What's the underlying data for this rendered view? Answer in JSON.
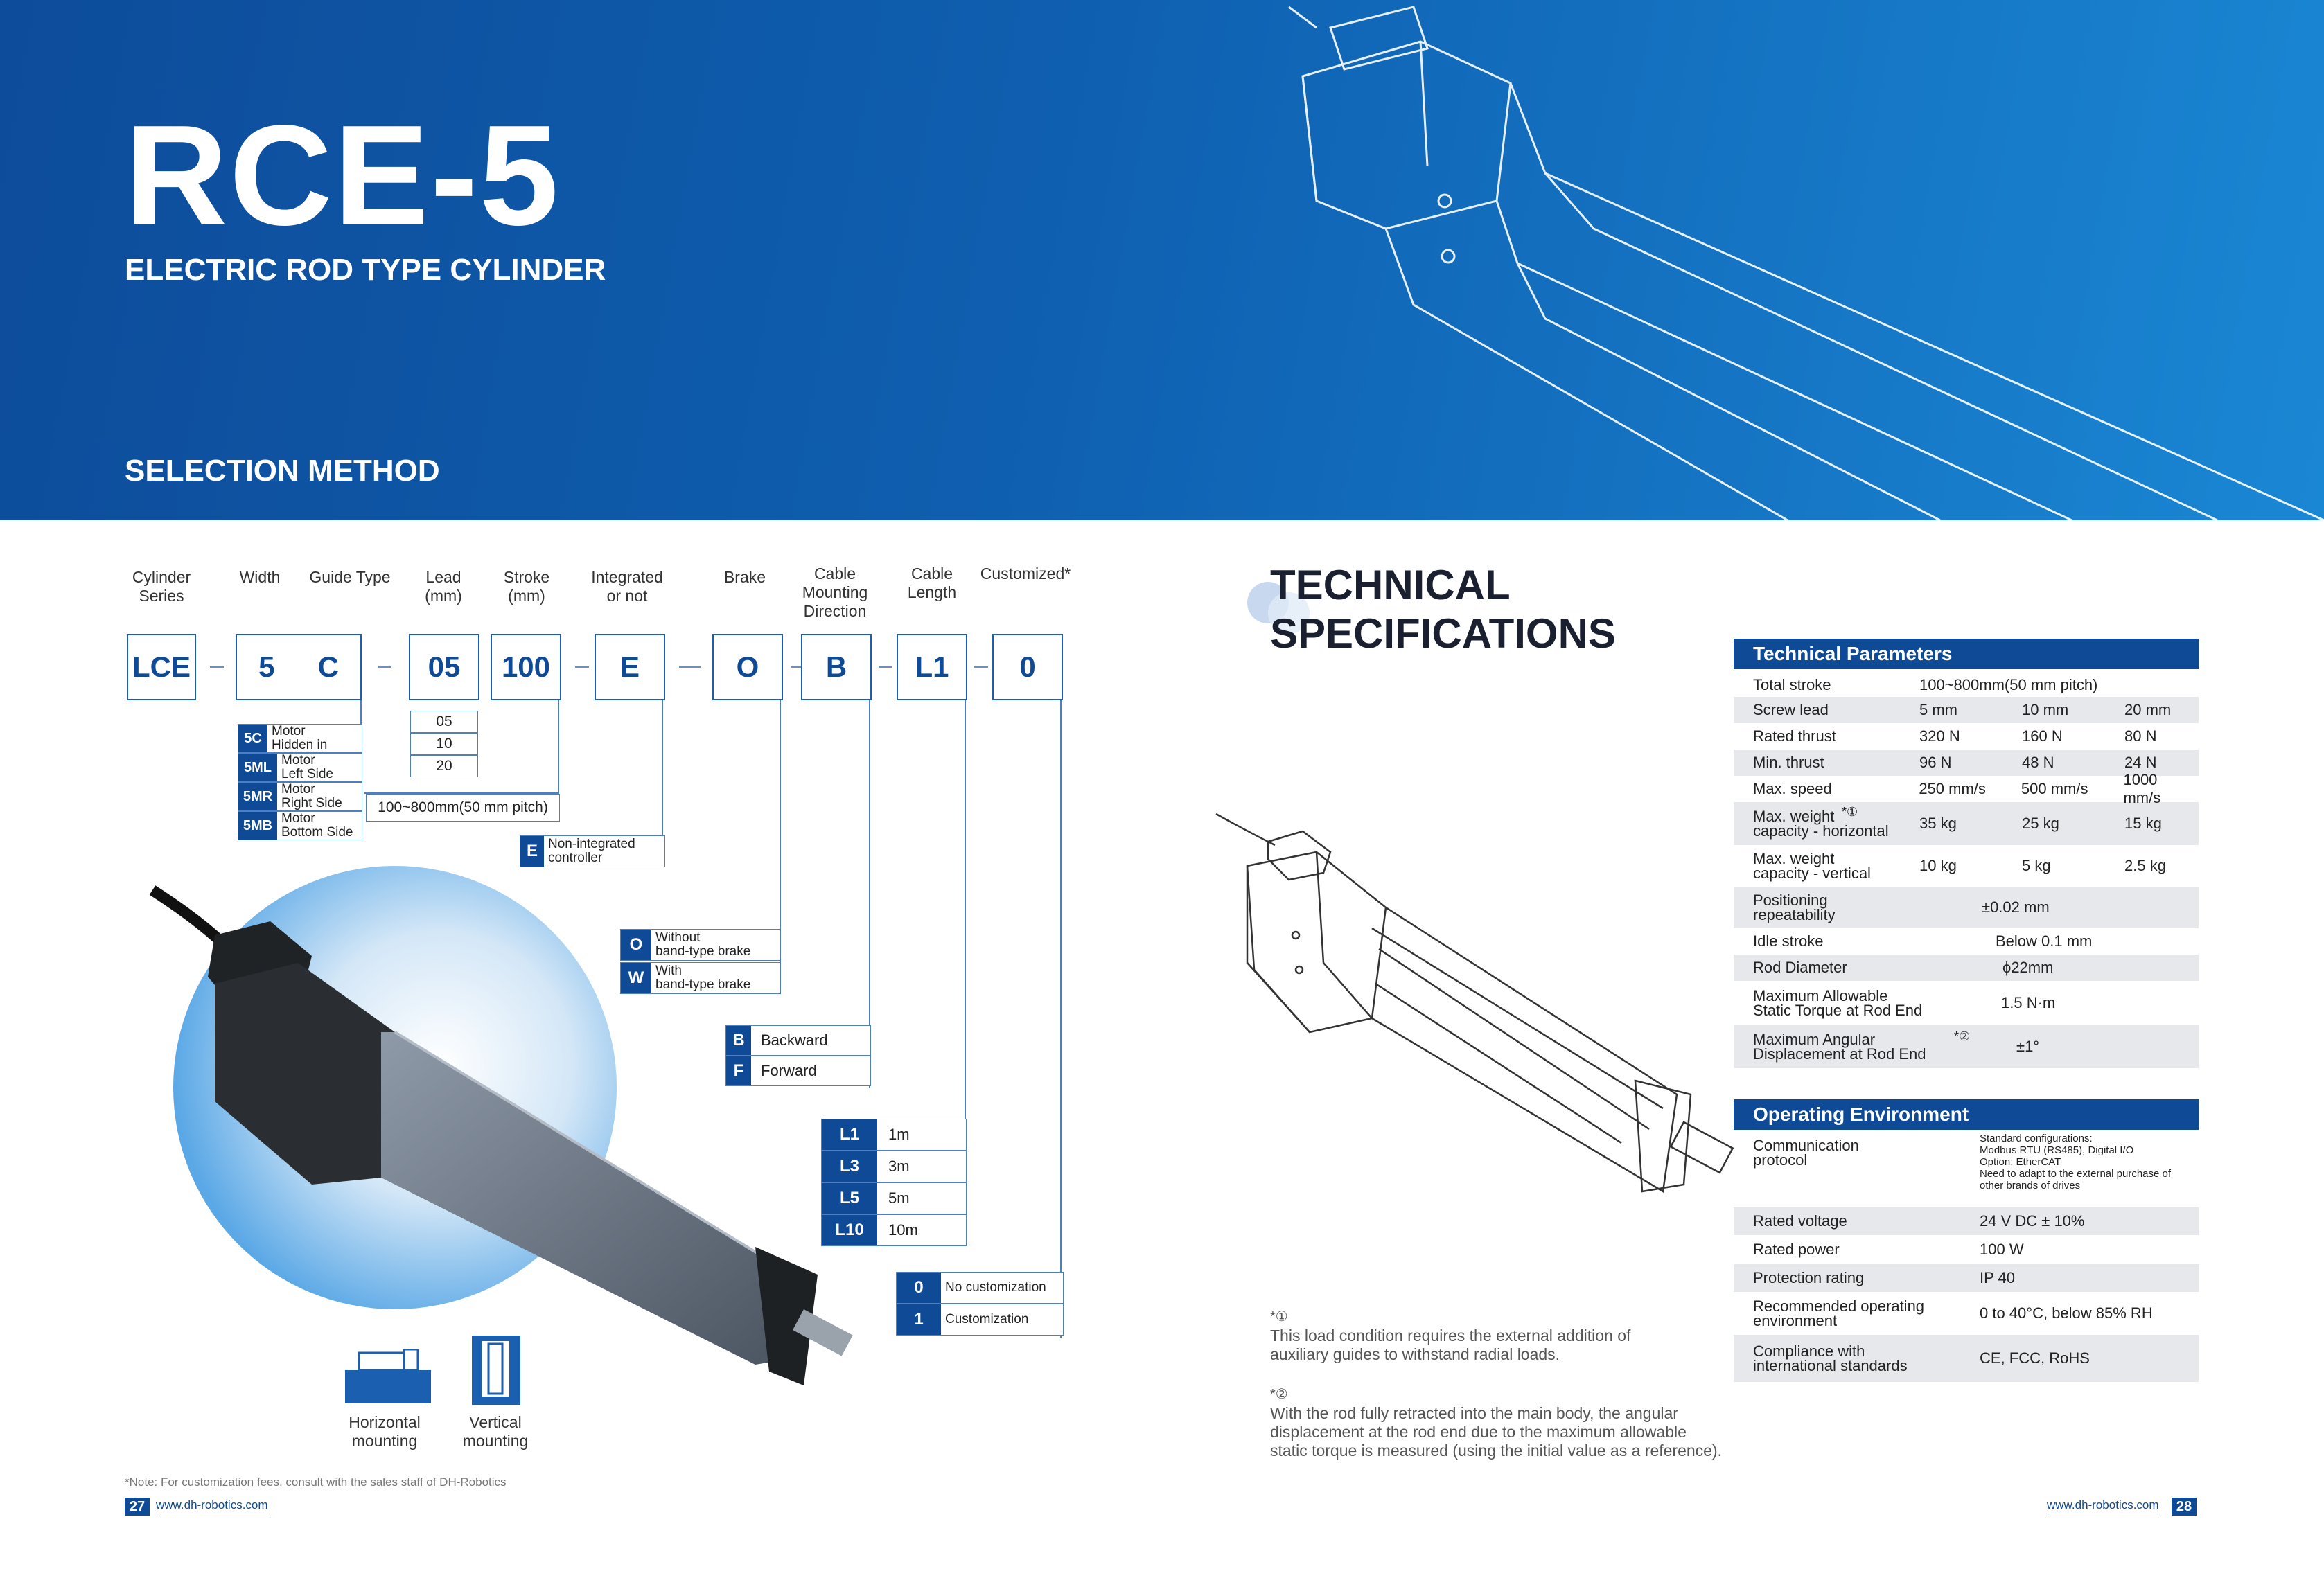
{
  "header": {
    "title": "RCE-5",
    "subtitle": "ELECTRIC ROD TYPE CYLINDER",
    "section": "SELECTION METHOD"
  },
  "selection": {
    "columns": [
      {
        "label": "Cylinder\nSeries"
      },
      {
        "label": "Width"
      },
      {
        "label": "Guide Type"
      },
      {
        "label": "Lead\n(mm)"
      },
      {
        "label": "Stroke\n(mm)"
      },
      {
        "label": "Integrated\nor not"
      },
      {
        "label": "Brake"
      },
      {
        "label": "Cable\nMounting\nDirection"
      },
      {
        "label": "Cable\nLength"
      },
      {
        "label": "Customized*"
      }
    ],
    "codes": [
      "LCE",
      "5",
      "C",
      "05",
      "100",
      "E",
      "O",
      "B",
      "L1",
      "0"
    ],
    "width_options": [
      {
        "code": "5C",
        "text": "Motor\nHidden in"
      },
      {
        "code": "5ML",
        "text": "Motor\nLeft Side"
      },
      {
        "code": "5MR",
        "text": "Motor\nRight Side"
      },
      {
        "code": "5MB",
        "text": "Motor\nBottom Side"
      }
    ],
    "lead_options": [
      "05",
      "10",
      "20"
    ],
    "stroke_range": "100~800mm(50 mm pitch)",
    "integrated_options": [
      {
        "code": "E",
        "text": "Non-integrated\ncontroller"
      }
    ],
    "brake_options": [
      {
        "code": "O",
        "text": "Without\nband-type brake"
      },
      {
        "code": "W",
        "text": "With\nband-type brake"
      }
    ],
    "cable_dir_options": [
      {
        "code": "B",
        "text": "Backward"
      },
      {
        "code": "F",
        "text": "Forward"
      }
    ],
    "cable_len_options": [
      {
        "code": "L1",
        "text": "1m"
      },
      {
        "code": "L3",
        "text": "3m"
      },
      {
        "code": "L5",
        "text": "5m"
      },
      {
        "code": "L10",
        "text": "10m"
      }
    ],
    "custom_options": [
      {
        "code": "0",
        "text": "No customization"
      },
      {
        "code": "1",
        "text": "Customization"
      }
    ],
    "mounting": {
      "horizontal": "Horizontal\nmounting",
      "vertical": "Vertical\nmounting"
    },
    "footnote": "*Note: For customization fees, consult with the sales staff of DH-Robotics"
  },
  "tech": {
    "heading_line1": "TECHNICAL",
    "heading_line2": "SPECIFICATIONS",
    "params_title": "Technical Parameters",
    "params": [
      {
        "name": "Total stroke",
        "values": [
          "100~800mm(50 mm pitch)"
        ]
      },
      {
        "name": "Screw lead",
        "values": [
          "5 mm",
          "10 mm",
          "20 mm"
        ]
      },
      {
        "name": "Rated thrust",
        "values": [
          "320 N",
          "160 N",
          "80 N"
        ]
      },
      {
        "name": "Min. thrust",
        "values": [
          "96 N",
          "48 N",
          "24 N"
        ]
      },
      {
        "name": "Max. speed",
        "values": [
          "250 mm/s",
          "500 mm/s",
          "1000 mm/s"
        ]
      },
      {
        "name": "Max. weight\ncapacity - horizontal",
        "mark": "*①",
        "values": [
          "35 kg",
          "25 kg",
          "15 kg"
        ]
      },
      {
        "name": "Max. weight\ncapacity - vertical",
        "values": [
          "10 kg",
          "5 kg",
          "2.5 kg"
        ]
      },
      {
        "name": "Positioning\nrepeatability",
        "values": [
          "±0.02 mm"
        ]
      },
      {
        "name": "Idle stroke",
        "values": [
          "Below 0.1 mm"
        ]
      },
      {
        "name": "Rod Diameter",
        "values": [
          "ϕ22mm"
        ]
      },
      {
        "name": "Maximum Allowable\nStatic Torque at Rod End",
        "values": [
          "1.5 N·m"
        ]
      },
      {
        "name": "Maximum Angular\nDisplacement at Rod End",
        "mark": "*②",
        "values": [
          "±1°"
        ]
      }
    ],
    "env_title": "Operating Environment",
    "env": [
      {
        "name": "Communication\nprotocol",
        "value": "Standard configurations:\nModbus RTU (RS485), Digital I/O\nOption: EtherCAT\nNeed to adapt to the external purchase of\nother brands of drives"
      },
      {
        "name": "Rated voltage",
        "value": "24 V DC ± 10%"
      },
      {
        "name": "Rated power",
        "value": "100 W"
      },
      {
        "name": "Protection rating",
        "value": "IP 40"
      },
      {
        "name": "Recommended operating\nenvironment",
        "value": "0 to 40°C, below 85% RH"
      },
      {
        "name": "Compliance with\ninternational standards",
        "value": "CE, FCC, RoHS"
      }
    ],
    "notes": [
      {
        "mark": "*①",
        "text": "This load condition requires the external addition of\nauxiliary guides to withstand radial loads."
      },
      {
        "mark": "*②",
        "text": "With the rod fully retracted into the main body, the angular\ndisplacement at the rod end due to the maximum allowable\nstatic torque is measured (using the initial value as a reference)."
      }
    ]
  },
  "footer": {
    "left_page": "27",
    "right_page": "28",
    "url": "www.dh-robotics.com"
  },
  "colors": {
    "brand": "#0f4a97",
    "accent": "#1a87d4",
    "table_alt": "#e6e8ec"
  }
}
